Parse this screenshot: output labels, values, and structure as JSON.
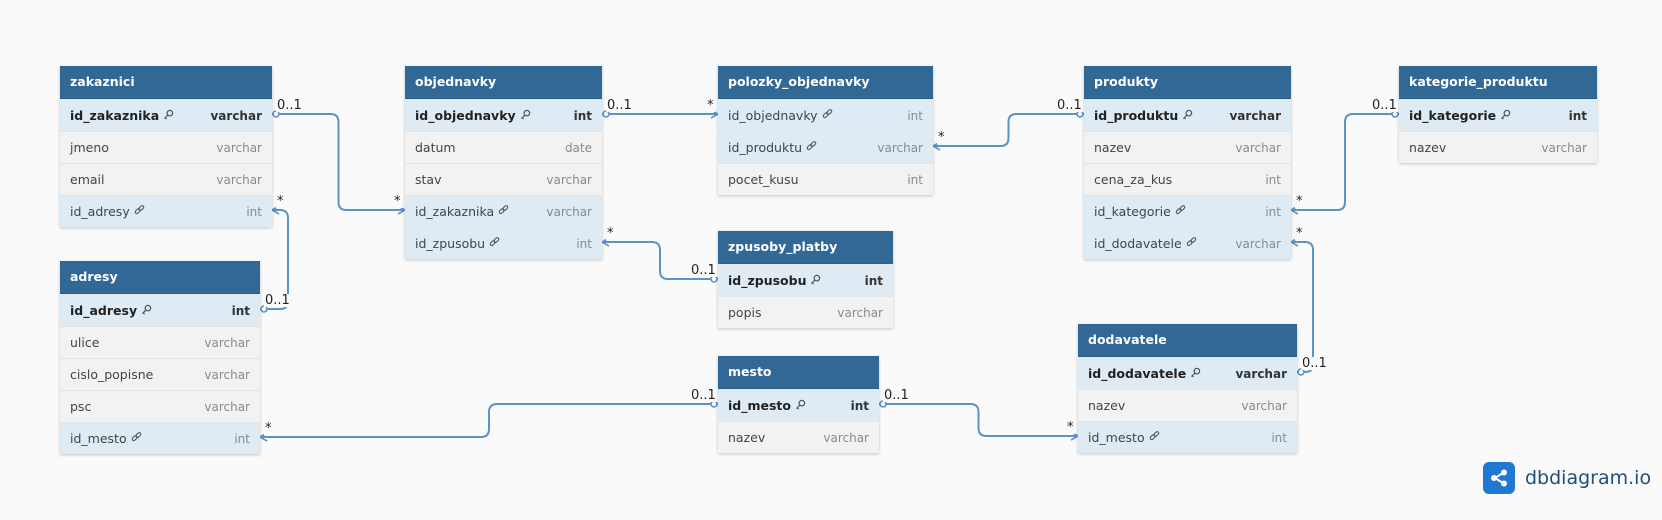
{
  "colors": {
    "header": "#316896",
    "relation_row": "#deebf4",
    "line": "#5b93c9",
    "brand": "#1f78d1"
  },
  "brand": {
    "name": "dbdiagram.io",
    "icon": "share-nodes-icon"
  },
  "tables": [
    {
      "id": "zakaznici",
      "name": "zakaznici",
      "fields": [
        {
          "name": "id_zakaznika",
          "type": "varchar",
          "pk": true,
          "rel": true
        },
        {
          "name": "jmeno",
          "type": "varchar",
          "pk": false,
          "rel": false
        },
        {
          "name": "email",
          "type": "varchar",
          "pk": false,
          "rel": false
        },
        {
          "name": "id_adresy",
          "type": "int",
          "fk": true,
          "rel": true
        }
      ]
    },
    {
      "id": "adresy",
      "name": "adresy",
      "fields": [
        {
          "name": "id_adresy",
          "type": "int",
          "pk": true,
          "rel": true
        },
        {
          "name": "ulice",
          "type": "varchar"
        },
        {
          "name": "cislo_popisne",
          "type": "varchar"
        },
        {
          "name": "psc",
          "type": "varchar"
        },
        {
          "name": "id_mesto",
          "type": "int",
          "fk": true,
          "rel": true
        }
      ]
    },
    {
      "id": "objednavky",
      "name": "objednavky",
      "fields": [
        {
          "name": "id_objednavky",
          "type": "int",
          "pk": true,
          "rel": true
        },
        {
          "name": "datum",
          "type": "date"
        },
        {
          "name": "stav",
          "type": "varchar"
        },
        {
          "name": "id_zakaznika",
          "type": "varchar",
          "fk": true,
          "rel": true
        },
        {
          "name": "id_zpusobu",
          "type": "int",
          "fk": true,
          "rel": true
        }
      ]
    },
    {
      "id": "polozky_objednavky",
      "name": "polozky_objednavky",
      "fields": [
        {
          "name": "id_objednavky",
          "type": "int",
          "fk": true,
          "rel": true
        },
        {
          "name": "id_produktu",
          "type": "varchar",
          "fk": true,
          "rel": true
        },
        {
          "name": "pocet_kusu",
          "type": "int"
        }
      ]
    },
    {
      "id": "zpusoby_platby",
      "name": "zpusoby_platby",
      "fields": [
        {
          "name": "id_zpusobu",
          "type": "int",
          "pk": true,
          "rel": true
        },
        {
          "name": "popis",
          "type": "varchar"
        }
      ]
    },
    {
      "id": "mesto",
      "name": "mesto",
      "fields": [
        {
          "name": "id_mesto",
          "type": "int",
          "pk": true,
          "rel": true
        },
        {
          "name": "nazev",
          "type": "varchar"
        }
      ]
    },
    {
      "id": "produkty",
      "name": "produkty",
      "fields": [
        {
          "name": "id_produktu",
          "type": "varchar",
          "pk": true,
          "rel": true
        },
        {
          "name": "nazev",
          "type": "varchar"
        },
        {
          "name": "cena_za_kus",
          "type": "int"
        },
        {
          "name": "id_kategorie",
          "type": "int",
          "fk": true,
          "rel": true
        },
        {
          "name": "id_dodavatele",
          "type": "varchar",
          "fk": true,
          "rel": true
        }
      ]
    },
    {
      "id": "kategorie_produktu",
      "name": "kategorie_produktu",
      "fields": [
        {
          "name": "id_kategorie",
          "type": "int",
          "pk": true,
          "rel": true
        },
        {
          "name": "nazev",
          "type": "varchar"
        }
      ]
    },
    {
      "id": "dodavatele",
      "name": "dodavatele",
      "fields": [
        {
          "name": "id_dodavatele",
          "type": "varchar",
          "pk": true,
          "rel": true
        },
        {
          "name": "nazev",
          "type": "varchar"
        },
        {
          "name": "id_mesto",
          "type": "int",
          "fk": true,
          "rel": true
        }
      ]
    }
  ],
  "relations": [
    {
      "from": "objednavky.id_zakaznika",
      "to": "zakaznici.id_zakaznika",
      "many": "*",
      "one": "0..1"
    },
    {
      "from": "zakaznici.id_adresy",
      "to": "adresy.id_adresy",
      "many": "*",
      "one": "0..1"
    },
    {
      "from": "polozky_objednavky.id_objednavky",
      "to": "objednavky.id_objednavky",
      "many": "*",
      "one": "0..1"
    },
    {
      "from": "objednavky.id_zpusobu",
      "to": "zpusoby_platby.id_zpusobu",
      "many": "*",
      "one": "0..1"
    },
    {
      "from": "polozky_objednavky.id_produktu",
      "to": "produkty.id_produktu",
      "many": "*",
      "one": "0..1"
    },
    {
      "from": "produkty.id_kategorie",
      "to": "kategorie_produktu.id_kategorie",
      "many": "*",
      "one": "0..1"
    },
    {
      "from": "produkty.id_dodavatele",
      "to": "dodavatele.id_dodavatele",
      "many": "*",
      "one": "0..1"
    },
    {
      "from": "adresy.id_mesto",
      "to": "mesto.id_mesto",
      "many": "*",
      "one": "0..1"
    },
    {
      "from": "dodavatele.id_mesto",
      "to": "mesto.id_mesto",
      "many": "*",
      "one": "0..1"
    }
  ]
}
